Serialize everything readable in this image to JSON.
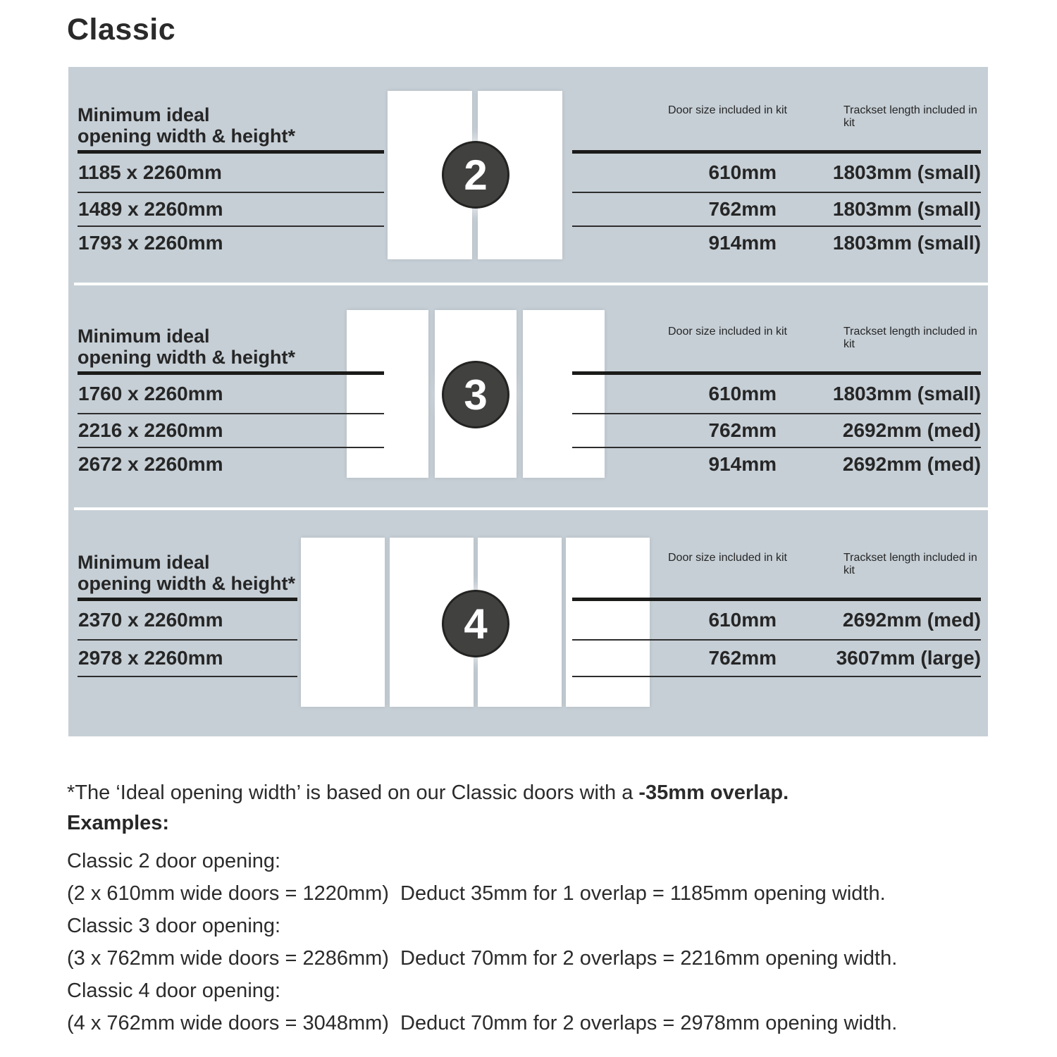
{
  "title": "Classic",
  "colors": {
    "panel_bg": "#C6CFD6",
    "badge_bg": "#3B3B3A",
    "text": "#262626"
  },
  "columns": {
    "opening_header_line1": "Minimum ideal",
    "opening_header_line2": "opening width & height*",
    "door_size_header_line1": "Door size",
    "door_size_header_line2": "included in kit",
    "trackset_header_line1": "Trackset length",
    "trackset_header_line2": "included in kit"
  },
  "sections": [
    {
      "badge": "2",
      "rows": [
        {
          "opening": "1185 x 2260mm",
          "door_size": "610mm",
          "trackset": "1803mm (small)"
        },
        {
          "opening": "1489 x 2260mm",
          "door_size": "762mm",
          "trackset": "1803mm (small)"
        },
        {
          "opening": "1793 x 2260mm",
          "door_size": "914mm",
          "trackset": "1803mm (small)"
        }
      ]
    },
    {
      "badge": "3",
      "rows": [
        {
          "opening": "1760 x 2260mm",
          "door_size": "610mm",
          "trackset": "1803mm (small)"
        },
        {
          "opening": "2216 x 2260mm",
          "door_size": "762mm",
          "trackset": "2692mm (med)"
        },
        {
          "opening": "2672 x 2260mm",
          "door_size": "914mm",
          "trackset": "2692mm (med)"
        }
      ]
    },
    {
      "badge": "4",
      "rows": [
        {
          "opening": "2370 x 2260mm",
          "door_size": "610mm",
          "trackset": "2692mm (med)"
        },
        {
          "opening": "2978 x 2260mm",
          "door_size": "762mm",
          "trackset": "3607mm (large)"
        }
      ]
    }
  ],
  "footnote": {
    "prefix": "*The ‘Ideal opening width’ is based on our Classic doors with a ",
    "bold": "-35mm overlap."
  },
  "examples": {
    "heading": "Examples:",
    "lines": [
      "Classic 2 door opening:",
      "(2 x 610mm wide doors = 1220mm)  Deduct 35mm for 1 overlap = 1185mm opening width.",
      "Classic 3 door opening:",
      "(3 x 762mm wide doors = 2286mm)  Deduct 70mm for 2 overlaps = 2216mm opening width.",
      "Classic 4 door opening:",
      "(4 x 762mm wide doors = 3048mm)  Deduct 70mm for 2 overlaps = 2978mm opening width."
    ]
  }
}
